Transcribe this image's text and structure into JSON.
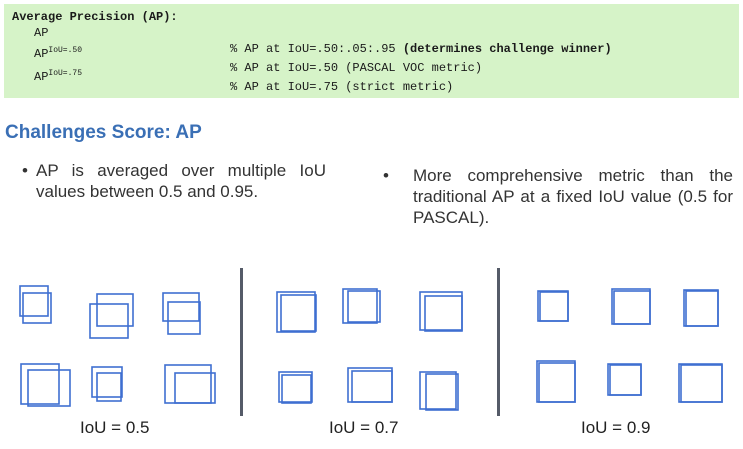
{
  "code_block": {
    "heading": "Average Precision (AP):",
    "rows": [
      {
        "metric": "AP",
        "sup": "",
        "comment_prefix": "% AP at IoU=.50:.05:.95 ",
        "comment_bold": "(determines challenge winner)"
      },
      {
        "metric": "AP",
        "sup": "IoU=.50",
        "comment_prefix": "% AP at IoU=.50 (PASCAL VOC metric)",
        "comment_bold": ""
      },
      {
        "metric": "AP",
        "sup": "IoU=.75",
        "comment_prefix": "% AP at IoU=.75 (strict metric)",
        "comment_bold": ""
      }
    ]
  },
  "section": {
    "title": "Challenges Score: AP",
    "bullets": [
      "AP is averaged over multiple IoU values between 0.5 and 0.95.",
      "More comprehensive metric than the traditional AP at a fixed IoU value (0.5 for PASCAL)."
    ],
    "bullet_symbol": "•"
  },
  "illustration": {
    "box_color": "#3f6fd1",
    "groups": [
      {
        "label": "IoU = 0.5"
      },
      {
        "label": "IoU = 0.7"
      },
      {
        "label": "IoU = 0.9"
      }
    ]
  }
}
